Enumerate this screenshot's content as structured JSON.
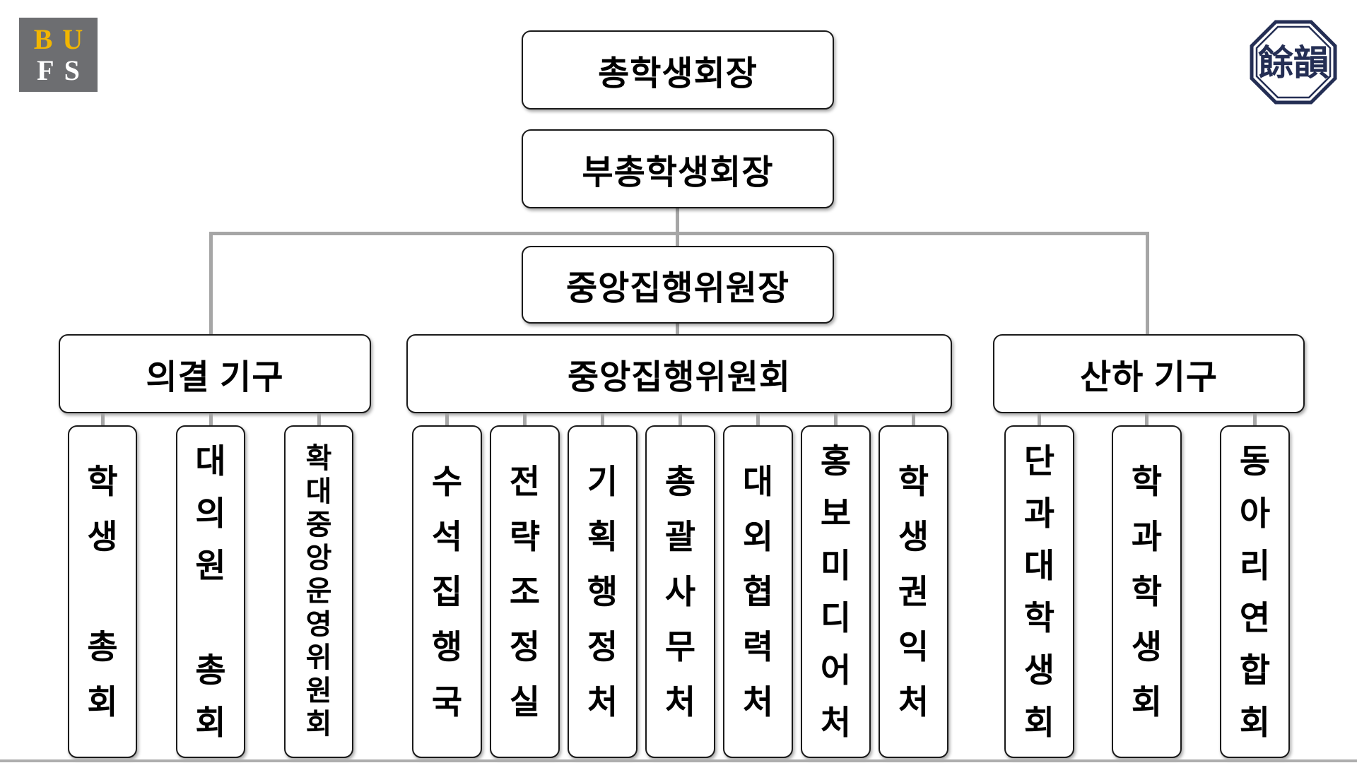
{
  "colors": {
    "box_border": "#1a1a1a",
    "connector_gray": "#a6a6a6",
    "seal_navy": "#242e54",
    "bufs_gray": "#6d6e71",
    "bufs_yellow": "#f2b600",
    "bufs_white": "#ffffff"
  },
  "logos": {
    "bufs": {
      "row1": "BU",
      "row2": "FS"
    },
    "seal": {
      "chars": "餘韻"
    }
  },
  "org": {
    "top_chain": [
      {
        "label": "총학생회장"
      },
      {
        "label": "부총학생회장"
      },
      {
        "label": "중앙집행위원장"
      }
    ],
    "sections": {
      "left": {
        "header": "의결 기구",
        "children": [
          {
            "name": "student-general-assembly",
            "chars": [
              "학",
              "생",
              "",
              "총",
              "회"
            ]
          },
          {
            "name": "representative-assembly",
            "chars": [
              "대",
              "의",
              "원",
              "",
              "총",
              "회"
            ]
          },
          {
            "name": "expanded-central-steering-committee",
            "chars": [
              "확",
              "대",
              "중",
              "앙",
              "운",
              "영",
              "위",
              "원",
              "회"
            ]
          }
        ]
      },
      "middle": {
        "header": "중앙집행위원회",
        "children": [
          {
            "name": "chief-executive-bureau",
            "chars": [
              "수",
              "석",
              "집",
              "행",
              "국"
            ]
          },
          {
            "name": "strategy-coordination-office",
            "chars": [
              "전",
              "략",
              "조",
              "정",
              "실"
            ]
          },
          {
            "name": "planning-administration-office",
            "chars": [
              "기",
              "획",
              "행",
              "정",
              "처"
            ]
          },
          {
            "name": "general-affairs-office",
            "chars": [
              "총",
              "괄",
              "사",
              "무",
              "처"
            ]
          },
          {
            "name": "external-cooperation-office",
            "chars": [
              "대",
              "외",
              "협",
              "력",
              "처"
            ]
          },
          {
            "name": "pr-media-office",
            "chars": [
              "홍",
              "보",
              "미",
              "디",
              "어",
              "처"
            ]
          },
          {
            "name": "student-rights-office",
            "chars": [
              "학",
              "생",
              "권",
              "익",
              "처"
            ]
          }
        ]
      },
      "right": {
        "header": "산하 기구",
        "children": [
          {
            "name": "college-student-councils",
            "chars": [
              "단",
              "과",
              "대",
              "학",
              "생",
              "회"
            ]
          },
          {
            "name": "department-student-councils",
            "chars": [
              "학",
              "과",
              "학",
              "생",
              "회"
            ]
          },
          {
            "name": "club-union",
            "chars": [
              "동",
              "아",
              "리",
              "연",
              "합",
              "회"
            ]
          }
        ]
      }
    }
  }
}
